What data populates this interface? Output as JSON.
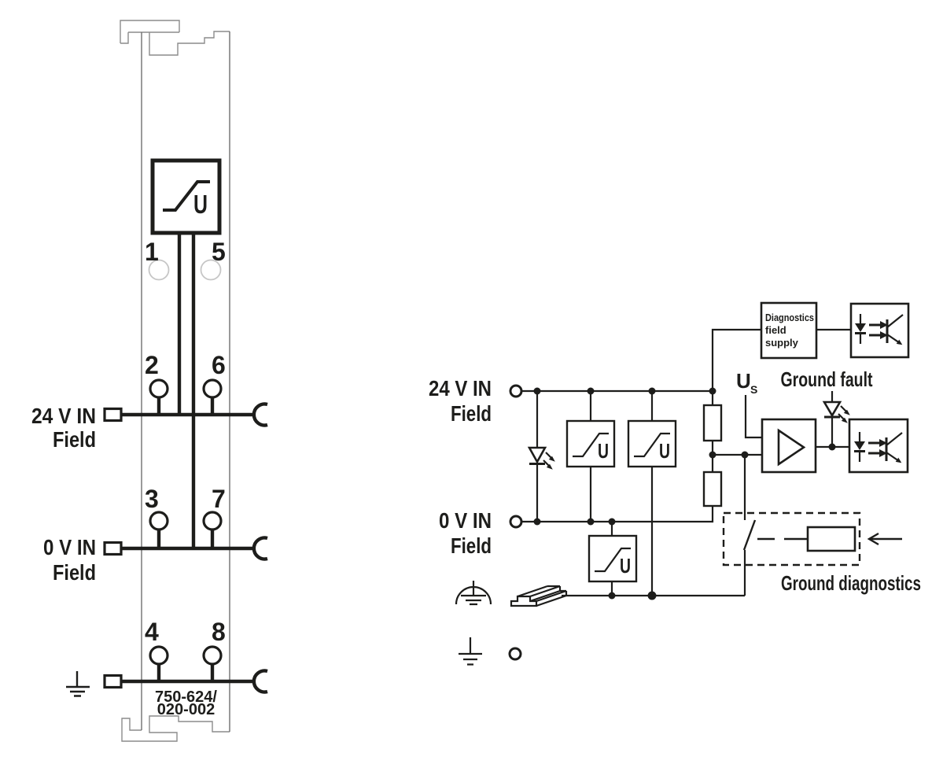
{
  "module": {
    "terminal_rows": [
      [
        "1",
        "5"
      ],
      [
        "2",
        "6"
      ],
      [
        "3",
        "7"
      ],
      [
        "4",
        "8"
      ]
    ],
    "label_24v": "24 V IN",
    "label_24v_sub": "Field",
    "label_0v": "0 V IN",
    "label_0v_sub": "Field",
    "part_number_line1": "750-624/",
    "part_number_line2": "020-002",
    "filter_symbol_letter": "U"
  },
  "schematic": {
    "label_24v": "24 V IN",
    "label_24v_sub": "Field",
    "label_0v": "0 V IN",
    "label_0v_sub": "Field",
    "us_label": "U",
    "us_subscript": "S",
    "ground_fault_label": "Ground fault",
    "ground_diagnostics_label": "Ground diagnostics",
    "diagnostics_box_line1": "Diagnostics",
    "diagnostics_box_line2": "field",
    "diagnostics_box_line3": "supply",
    "filter1_letter": "U",
    "filter2_letter": "U",
    "filter3_letter": "U"
  },
  "colors": {
    "line": "#1d1d1b",
    "module_outline": "#6f6f6f",
    "clip_outline": "#8b8b8b",
    "led_circle": "#c6c6c6",
    "background": "#ffffff"
  }
}
